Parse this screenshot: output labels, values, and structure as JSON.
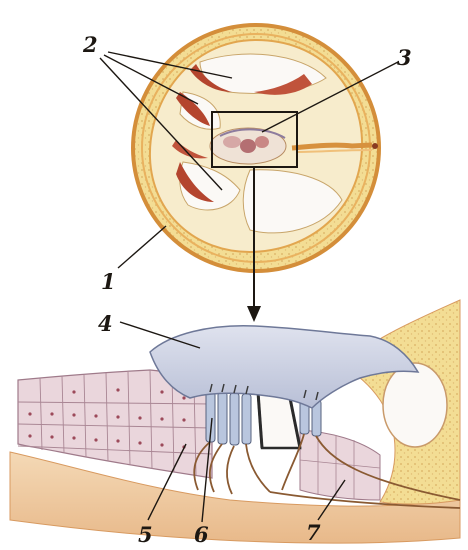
{
  "labels": {
    "l1": "1",
    "l2": "2",
    "l3": "3",
    "l4": "4",
    "l5": "5",
    "l6": "6",
    "l7": "7"
  },
  "colors": {
    "bone_wall": "#f2d98c",
    "bone_rim": "#e4a64e",
    "canal_red": "#b4452e",
    "canal_white": "#fbf9f6",
    "membrane": "#c9cfe0",
    "tissue": "#ead6dc",
    "hair_cells": "#b9c6de",
    "nerve": "#8a5a32",
    "base_tissue": "#f1d0a6",
    "ink": "#1c1712"
  }
}
